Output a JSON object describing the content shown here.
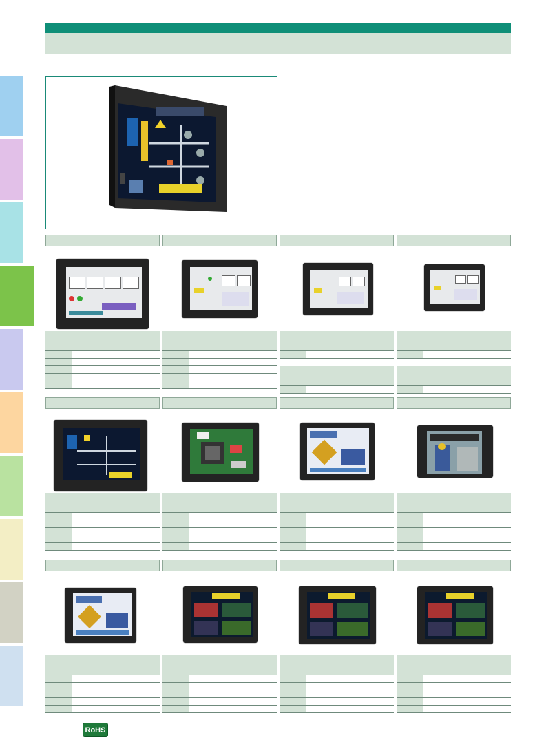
{
  "badge": {
    "label": "RoHS",
    "color": "#1f7a3a"
  },
  "colors": {
    "accent": "#0f8f78",
    "section_fill": "#d3e2d6"
  },
  "side_tabs": [
    "blue",
    "violet",
    "cyan",
    "green-active",
    "lavender",
    "orange",
    "light-green",
    "cream",
    "gray",
    "light-blue"
  ],
  "sections": [
    "top-row",
    "middle-row",
    "bottom-row"
  ],
  "products": [
    "top-1",
    "top-2",
    "top-3",
    "top-4",
    "mid-1",
    "mid-2",
    "mid-3",
    "mid-4",
    "bot-1",
    "bot-2",
    "bot-3",
    "bot-4"
  ]
}
